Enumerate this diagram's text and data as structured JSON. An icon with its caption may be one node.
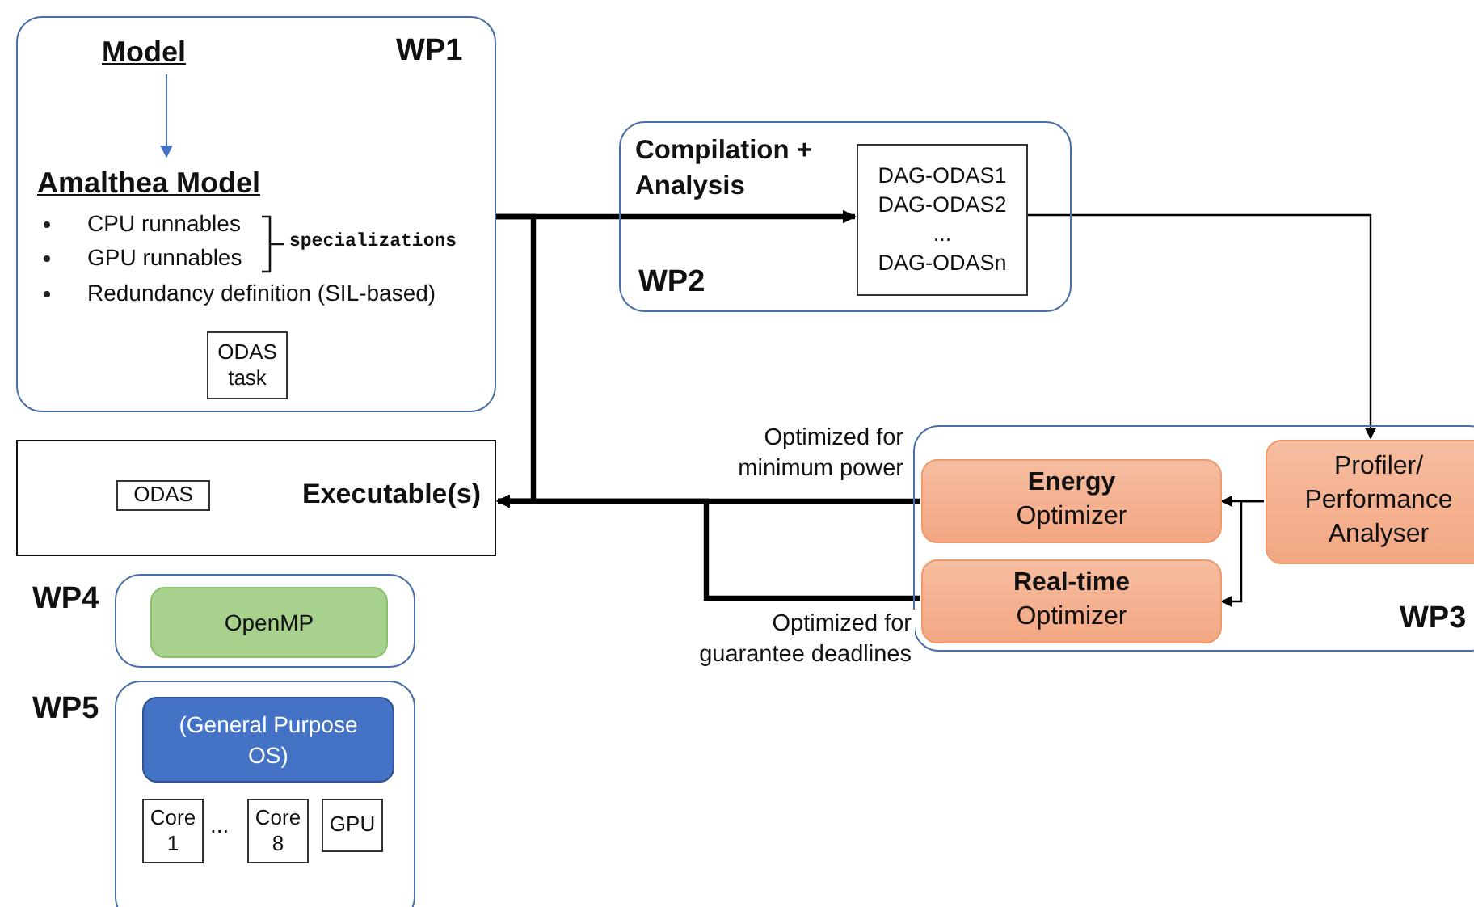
{
  "diagram": {
    "nodes": [
      {
        "text": [
          "WP1"
        ]
      },
      {
        "text": [
          "Model"
        ],
        "in": 0
      },
      {
        "text": [
          "Amalthea Model"
        ],
        "in": 0
      },
      {
        "text": [
          "ODAS task"
        ],
        "in": 0
      },
      {
        "text": [
          "Compilation + Analysis",
          "WP2"
        ]
      },
      {
        "text": [
          "DAG-ODAS1 DAG-ODAS2 ... DAG-ODASn"
        ],
        "in": 4
      },
      {
        "text": [
          "Executable(s)"
        ]
      },
      {
        "text": [
          "ODAS"
        ],
        "in": 6
      },
      {
        "text": [
          "WP3"
        ]
      },
      {
        "text": [
          "Energy",
          "Optimizer"
        ],
        "in": 8
      },
      {
        "text": [
          "Real-time",
          "Optimizer"
        ],
        "in": 8
      },
      {
        "text": [
          "Profiler/ Performance Analyser"
        ],
        "in": 8
      },
      {
        "text": [
          "WP4"
        ]
      },
      {
        "text": [
          "OpenMP"
        ],
        "in": 12
      },
      {
        "text": [
          "WP5"
        ]
      },
      {
        "text": [
          "(General Purpose OS)"
        ],
        "in": 14
      },
      {
        "text": [
          "Core 1"
        ],
        "in": 14
      },
      {
        "text": [
          "Core 8"
        ],
        "in": 14
      },
      {
        "text": [
          "GPU"
        ],
        "in": 14
      }
    ],
    "edges": [
      {
        "from": 1,
        "to": 2,
        "arrow": "to",
        "color": "#4472c4"
      },
      {
        "from": 0,
        "to": 5,
        "arrow": "to",
        "style": "thick"
      },
      {
        "from": 0,
        "to": 6,
        "arrow": "to",
        "style": "thick"
      },
      {
        "from": 5,
        "to": 11,
        "arrow": "to"
      },
      {
        "from": 11,
        "to": 9,
        "arrow": "to"
      },
      {
        "from": 11,
        "to": 10,
        "arrow": "to"
      },
      {
        "from": 9,
        "to": 6,
        "arrow": "to",
        "style": "thick",
        "label": "Optimized for minimum power"
      },
      {
        "from": 10,
        "to": 6,
        "arrow": "to",
        "style": "thick",
        "label": "Optimized for guarantee deadlines"
      }
    ],
    "labels": [
      "CPU runnables",
      "GPU runnables",
      "Redundancy definition (SIL-based)",
      "specializations",
      "..."
    ]
  }
}
